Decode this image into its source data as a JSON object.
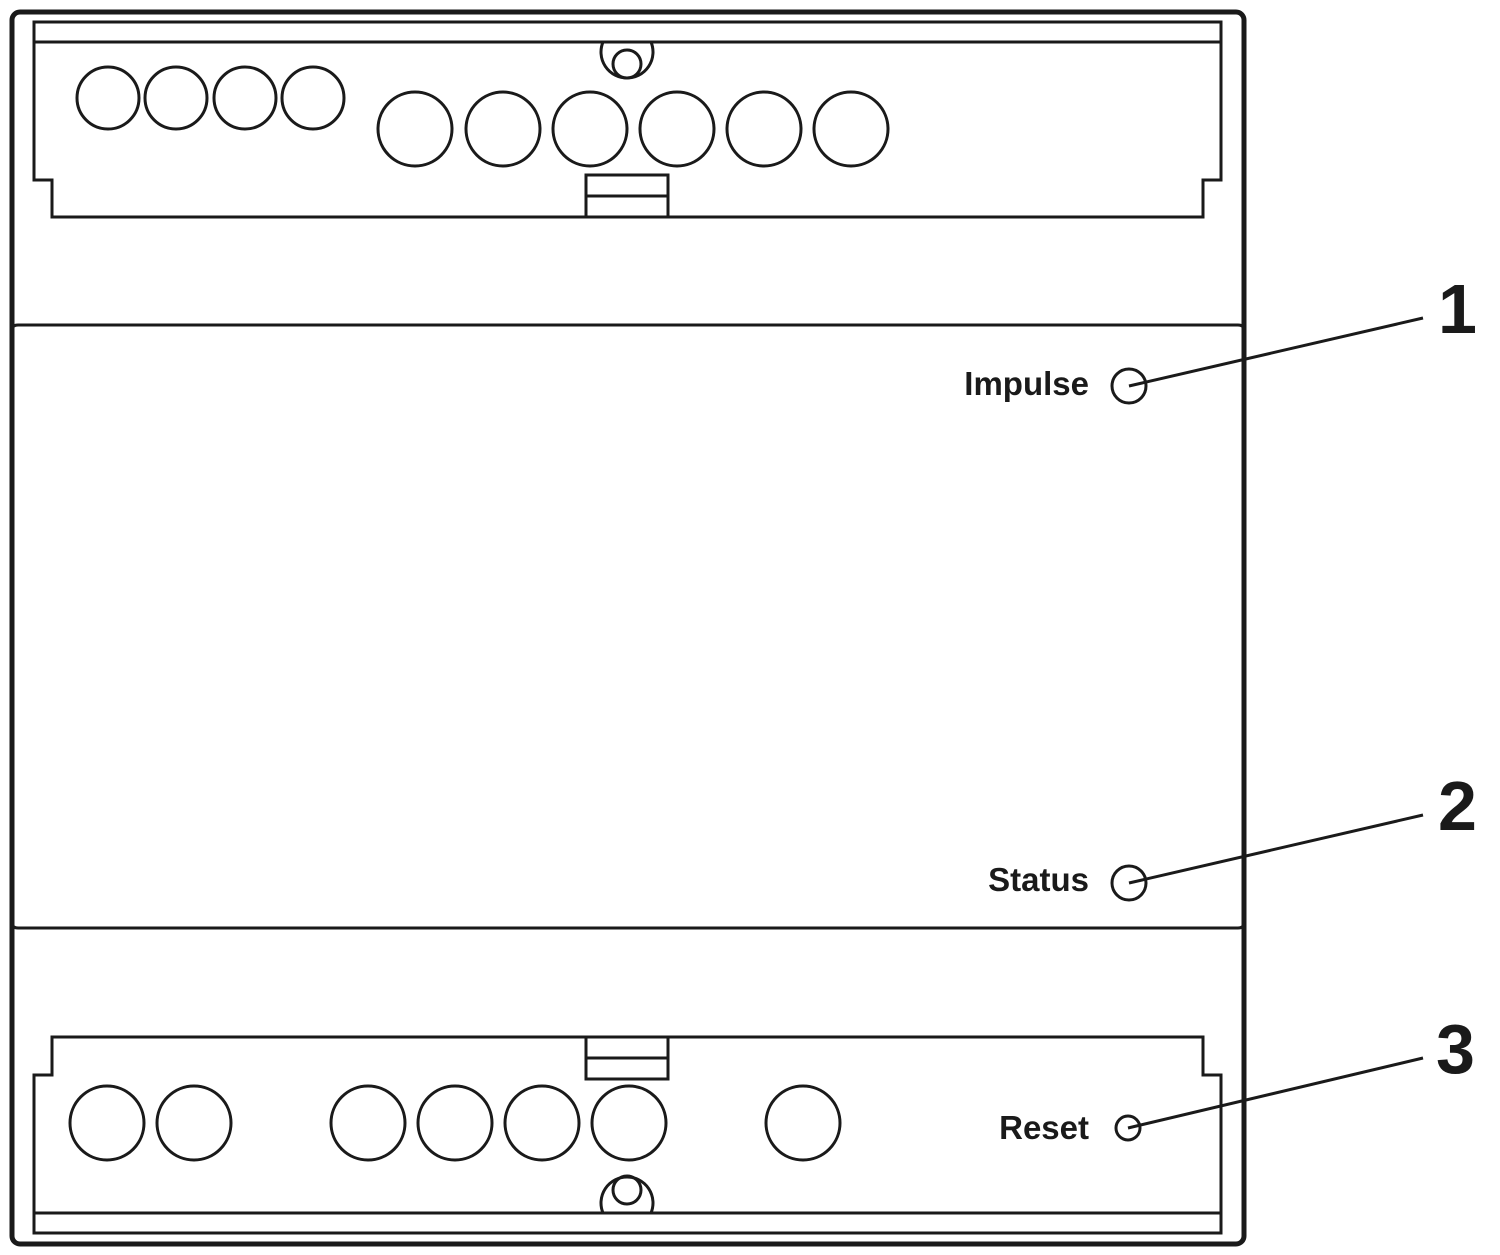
{
  "diagram": {
    "colors": {
      "line": "#1a1a1a",
      "background": "#ffffff"
    },
    "leds": [
      {
        "id": "impulse",
        "label": "Impulse",
        "callout": "1"
      },
      {
        "id": "status",
        "label": "Status",
        "callout": "2"
      },
      {
        "id": "reset",
        "label": "Reset",
        "callout": "3"
      }
    ],
    "top_terminal_block": {
      "small_screws": 4,
      "large_screws": 6
    },
    "bottom_terminal_block": {
      "screws": 7
    }
  }
}
